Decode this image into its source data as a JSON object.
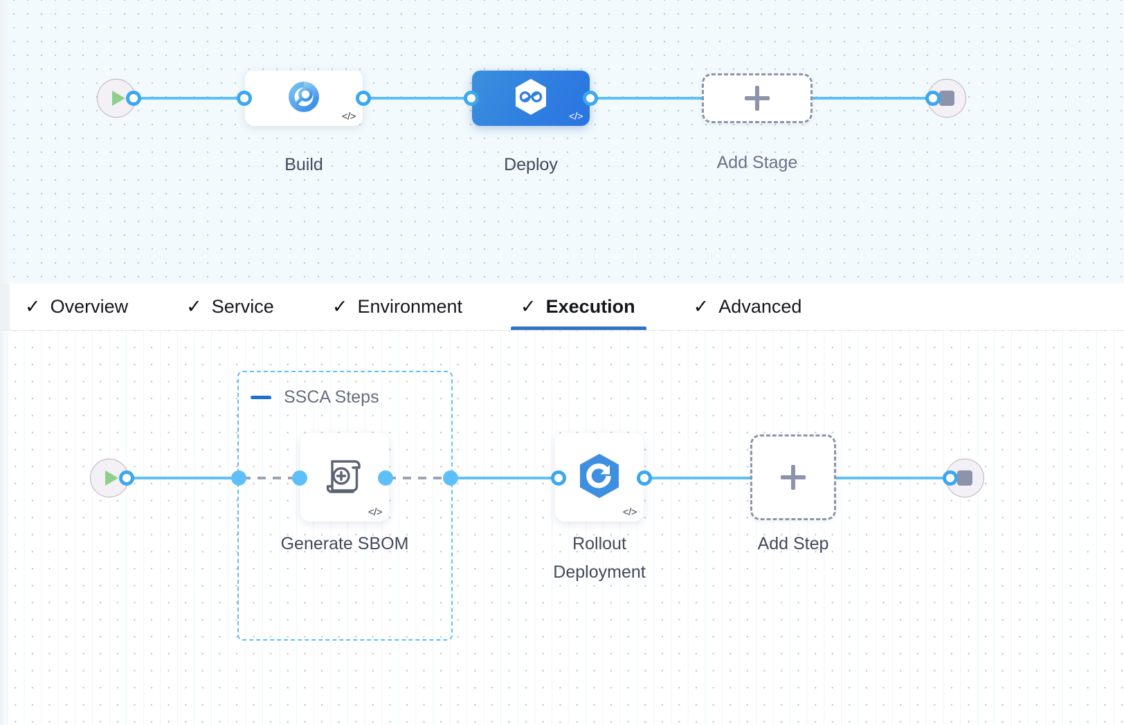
{
  "stage_row": {
    "start_node": {
      "icon": "play-icon"
    },
    "end_node": {
      "icon": "stop-icon"
    },
    "nodes": [
      {
        "id": "build",
        "label": "Build",
        "icon": "build-pie-search-icon",
        "badge": "</>",
        "selected": false
      },
      {
        "id": "deploy",
        "label": "Deploy",
        "icon": "harness-cd-hexagon-icon",
        "badge": "</>",
        "selected": true
      }
    ],
    "add_stage": {
      "label": "Add Stage",
      "icon": "plus-icon"
    }
  },
  "tabs": [
    {
      "id": "overview",
      "label": "Overview",
      "check": "✓",
      "active": false
    },
    {
      "id": "service",
      "label": "Service",
      "check": "✓",
      "active": false
    },
    {
      "id": "environment",
      "label": "Environment",
      "check": "✓",
      "active": false
    },
    {
      "id": "execution",
      "label": "Execution",
      "check": "✓",
      "active": true
    },
    {
      "id": "advanced",
      "label": "Advanced",
      "check": "✓",
      "active": false
    }
  ],
  "step_row": {
    "start_node": {
      "icon": "play-icon"
    },
    "end_node": {
      "icon": "stop-icon"
    },
    "group": {
      "title": "SSCA Steps",
      "collapse_icon": "minus-icon"
    },
    "nodes": [
      {
        "id": "generate-sbom",
        "label": "Generate SBOM",
        "icon": "scroll-plus-icon",
        "badge": "</>"
      },
      {
        "id": "rollout-deployment",
        "label": "Rollout\nDeployment",
        "icon": "rollout-hexagon-icon",
        "badge": "</>"
      }
    ],
    "add_step": {
      "label": "Add Step",
      "icon": "plus-icon"
    }
  },
  "colors": {
    "accent_blue": "#5fbff9",
    "port_blue": "#3ba7f0",
    "tab_active_underline": "#2f73c8",
    "deploy_gradient_from": "#3c8fdc",
    "deploy_gradient_to": "#2a74e2",
    "group_dash": "#5fbff9",
    "placeholder_dash": "#8d93ab",
    "stage_canvas_bg": "#f2fafd",
    "step_canvas_bg": "#ffffff",
    "label_text": "#42485a",
    "play_green": "#8ed08a",
    "stop_gray": "#8d93ab"
  }
}
